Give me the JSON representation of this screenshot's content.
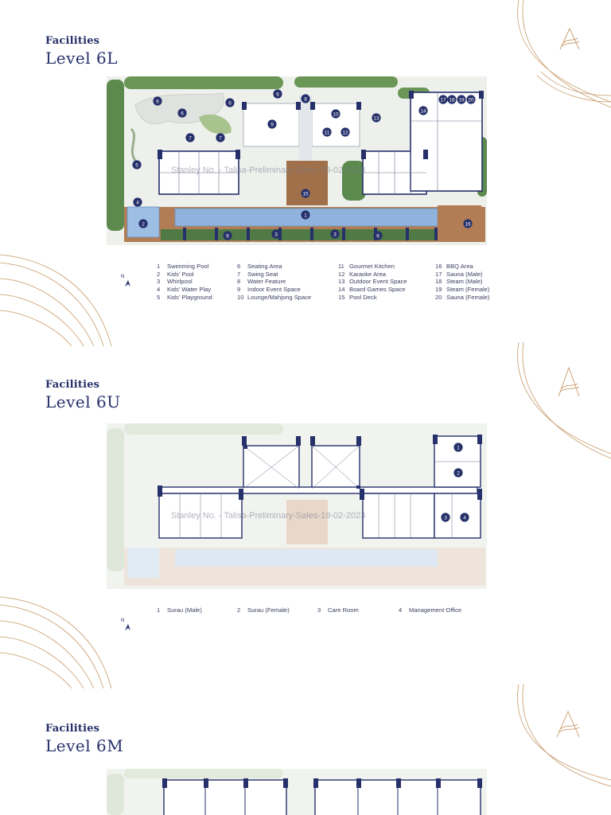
{
  "colors": {
    "navy": "#26306a",
    "gold": "#c79b6b",
    "pool": "#8fb3dd",
    "deck": "#a9764f",
    "green": "#5d8a4f"
  },
  "sections": [
    {
      "kicker": "Facilities",
      "title": "Level 6L"
    },
    {
      "kicker": "Facilities",
      "title": "Level 6U"
    },
    {
      "kicker": "Facilities",
      "title": "Level 6M"
    }
  ],
  "watermark": "Stanley No. - Talisa-Preliminary-Sales-19-02-2023",
  "north": "N",
  "level6L": {
    "markers": [
      "1",
      "2",
      "3",
      "3",
      "4",
      "5",
      "6",
      "6",
      "6",
      "6",
      "6",
      "6",
      "7",
      "7",
      "8",
      "9",
      "10",
      "11",
      "12",
      "13",
      "14",
      "15",
      "16",
      "17",
      "18",
      "19",
      "20"
    ],
    "legend": [
      [
        {
          "n": "1",
          "t": "Swimming Pool"
        },
        {
          "n": "2",
          "t": "Kids' Pool"
        },
        {
          "n": "3",
          "t": "Whirlpool"
        },
        {
          "n": "4",
          "t": "Kids' Water Play"
        },
        {
          "n": "5",
          "t": "Kids' Playground"
        }
      ],
      [
        {
          "n": "6",
          "t": "Seating Area"
        },
        {
          "n": "7",
          "t": "Swing Seat"
        },
        {
          "n": "8",
          "t": "Water Feature"
        },
        {
          "n": "9",
          "t": "Indoor Event Space"
        },
        {
          "n": "10",
          "t": "Lounge/Mahjong Space"
        }
      ],
      [
        {
          "n": "11",
          "t": "Gourmet Kitchen"
        },
        {
          "n": "12",
          "t": "Karaoke Area"
        },
        {
          "n": "13",
          "t": "Outdoor Event Space"
        },
        {
          "n": "14",
          "t": "Board Games Space"
        },
        {
          "n": "15",
          "t": "Pool Deck"
        }
      ],
      [
        {
          "n": "16",
          "t": "BBQ Area"
        },
        {
          "n": "17",
          "t": "Sauna (Male)"
        },
        {
          "n": "18",
          "t": "Steam (Male)"
        },
        {
          "n": "19",
          "t": "Steam (Female)"
        },
        {
          "n": "20",
          "t": "Sauna (Female)"
        }
      ]
    ]
  },
  "level6U": {
    "markers": [
      "1",
      "2",
      "3",
      "4"
    ],
    "legend": [
      {
        "n": "1",
        "t": "Surau (Male)"
      },
      {
        "n": "2",
        "t": "Surau (Female)"
      },
      {
        "n": "3",
        "t": "Care Room"
      },
      {
        "n": "4",
        "t": "Management Office"
      }
    ]
  }
}
